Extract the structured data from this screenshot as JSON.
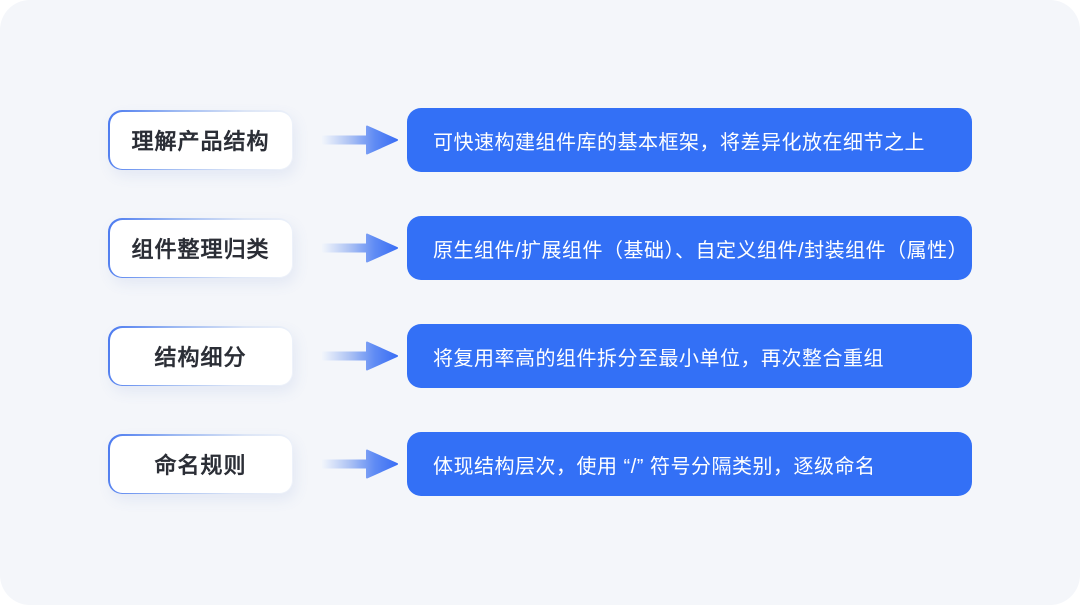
{
  "diagram": {
    "topic": "component-library-structure-flow",
    "colors": {
      "panel_background": "#F4F6FA",
      "accent_blue": "#3370F6",
      "arrow_blue": "#3D6FF5",
      "label_border_blue": "#4A79F0",
      "label_text": "#2B2E36",
      "description_text": "#FFFFFF"
    },
    "rows": [
      {
        "label": "理解产品结构",
        "description": "可快速构建组件库的基本框架，将差异化放在细节之上"
      },
      {
        "label": "组件整理归类",
        "description": "原生组件/扩展组件（基础）、自定义组件/封装组件（属性）"
      },
      {
        "label": "结构细分",
        "description": "将复用率高的组件拆分至最小单位，再次整合重组"
      },
      {
        "label": "命名规则",
        "description": "体现结构层次，使用 “/” 符号分隔类别，逐级命名"
      }
    ]
  }
}
